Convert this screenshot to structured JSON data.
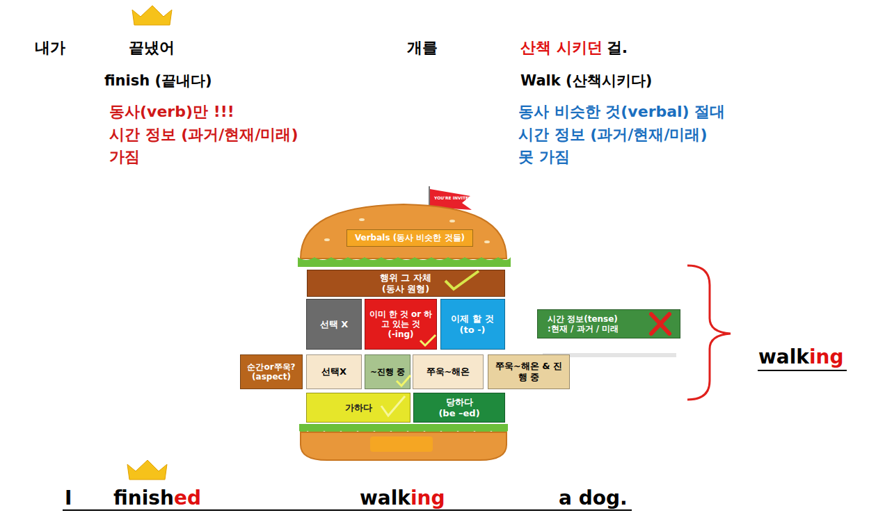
{
  "diagram": {
    "nodes": [
      {
        "text": [
          "Verbals (동사 비슷한 것들)"
        ]
      },
      {
        "text": [
          "행위 그 자체",
          "(동사 원형)"
        ]
      },
      {
        "text": [
          "선택 X"
        ]
      },
      {
        "text": [
          "이미 한 것 or 하고 있는 것",
          "(-ing)"
        ]
      },
      {
        "text": [
          "이제 할 것",
          "(to -)"
        ]
      },
      {
        "text": [
          "순간or쭈욱?",
          "(aspect)"
        ]
      },
      {
        "text": [
          "선택X"
        ]
      },
      {
        "text": [
          "~진행 중"
        ]
      },
      {
        "text": [
          "쭈욱~해온"
        ]
      },
      {
        "text": [
          "쭈욱~해온 & 진행 중"
        ]
      },
      {
        "text": [
          "가하다"
        ]
      },
      {
        "text": [
          "당하다",
          "(be –ed)"
        ]
      },
      {
        "text": [
          "시간 정보(tense)",
          ":현재 / 과거 / 미래"
        ]
      }
    ],
    "labels": [
      "내가",
      "끝냈어",
      "개를",
      "산책 시키던",
      "걸.",
      "finish (끝내다)",
      "Walk (산책시키다)",
      "동사(verb)만 !!!",
      "시간 정보 (과거/현재/미래)",
      "가짐",
      "동사 비슷한 것(verbal) 절대",
      "시간 정보 (과거/현재/미래)",
      "못 가짐",
      "YOU'RE INVITED",
      "walk",
      "ing",
      "I",
      "finish",
      "ed",
      "walk",
      "ing",
      "a dog."
    ]
  }
}
